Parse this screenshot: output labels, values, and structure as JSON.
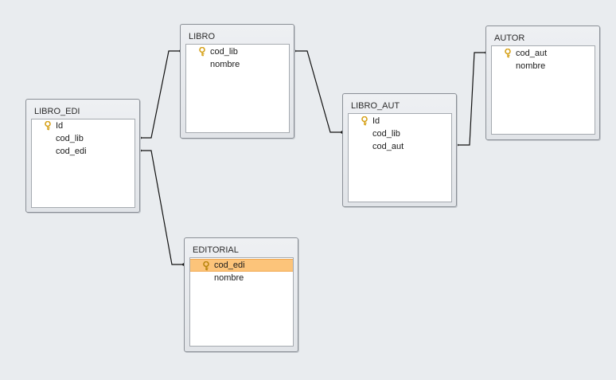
{
  "diagram": {
    "tables": [
      {
        "id": "LIBRO_EDI",
        "title": "LIBRO_EDI",
        "fields": [
          {
            "name": "Id",
            "primary_key": true
          },
          {
            "name": "cod_lib",
            "primary_key": false
          },
          {
            "name": "cod_edi",
            "primary_key": false
          }
        ]
      },
      {
        "id": "LIBRO",
        "title": "LIBRO",
        "fields": [
          {
            "name": "cod_lib",
            "primary_key": true
          },
          {
            "name": "nombre",
            "primary_key": false
          }
        ]
      },
      {
        "id": "LIBRO_AUT",
        "title": "LIBRO_AUT",
        "fields": [
          {
            "name": "Id",
            "primary_key": true
          },
          {
            "name": "cod_lib",
            "primary_key": false
          },
          {
            "name": "cod_aut",
            "primary_key": false
          }
        ]
      },
      {
        "id": "AUTOR",
        "title": "AUTOR",
        "fields": [
          {
            "name": "cod_aut",
            "primary_key": true
          },
          {
            "name": "nombre",
            "primary_key": false
          }
        ]
      },
      {
        "id": "EDITORIAL",
        "title": "EDITORIAL",
        "fields": [
          {
            "name": "cod_edi",
            "primary_key": true,
            "selected": true
          },
          {
            "name": "nombre",
            "primary_key": false
          }
        ]
      }
    ],
    "relationships": [
      {
        "from": "LIBRO_EDI.cod_lib",
        "to": "LIBRO.cod_lib"
      },
      {
        "from": "LIBRO_EDI.cod_edi",
        "to": "EDITORIAL.cod_edi"
      },
      {
        "from": "LIBRO.cod_lib",
        "to": "LIBRO_AUT.cod_lib"
      },
      {
        "from": "LIBRO_AUT.cod_aut",
        "to": "AUTOR.cod_aut"
      }
    ],
    "colors": {
      "background": "#e9ecef",
      "selected_field": "#fcc47a",
      "key_icon": "#d6a21b",
      "relation_line": "#000000"
    },
    "icons": {
      "primary_key": "key-icon"
    }
  }
}
